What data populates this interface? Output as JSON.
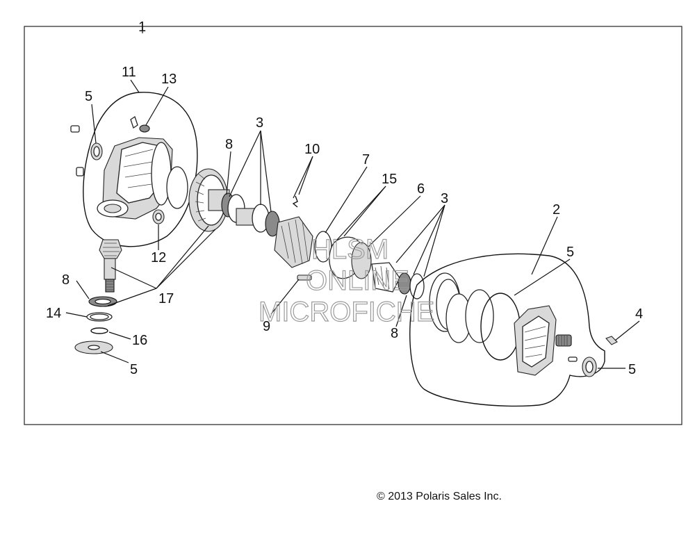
{
  "diagram": {
    "callouts": {
      "c1": "1",
      "c2": "2",
      "c3a": "3",
      "c3b": "3",
      "c4": "4",
      "c5a": "5",
      "c5b": "5",
      "c5c": "5",
      "c5d": "5",
      "c6": "6",
      "c7": "7",
      "c8a": "8",
      "c8b": "8",
      "c8c": "8",
      "c9": "9",
      "c10": "10",
      "c11": "11",
      "c12": "12",
      "c13": "13",
      "c14": "14",
      "c15": "15",
      "c16": "16",
      "c17": "17"
    },
    "watermark": {
      "line1": "HLSM",
      "line2": "ONLINE",
      "line3": "MICROFICHE"
    },
    "copyright": "© 2013 Polaris Sales Inc."
  }
}
